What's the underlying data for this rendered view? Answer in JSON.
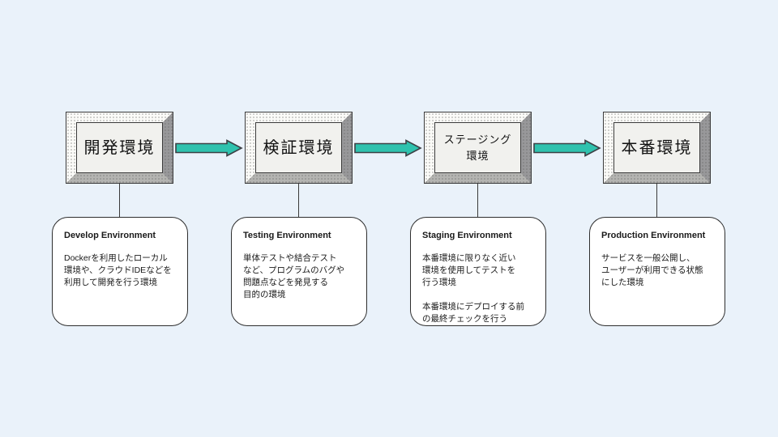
{
  "colors": {
    "bg": "#EAF2FA",
    "panel": "#F1F1EE",
    "frame_light": "#FBFBF8",
    "frame_right": "#98989A",
    "frame_bottom": "#B4B4B1",
    "line": "#3A3A3A",
    "arrow_fill": "#2FC2AE",
    "arrow_stroke": "#3D4045",
    "card_bg": "#FFFFFF",
    "card_border": "#2E2E2E",
    "text": "#1A1A1A"
  },
  "diagram": {
    "flow_direction": "left-to-right",
    "arrow_count": 3
  },
  "columns": [
    {
      "box_title": "開発環境",
      "desc_title": "Develop Environment",
      "desc_body": "Dockerを利用したローカル\n環境や、クラウドIDEなどを\n利用して開発を行う環境"
    },
    {
      "box_title": "検証環境",
      "desc_title": "Testing Environment",
      "desc_body": "単体テストや結合テスト\nなど、プログラムのバグや\n問題点などを発見する\n目的の環境"
    },
    {
      "box_title": "ステージング\n環境",
      "desc_title": "Staging Environment",
      "desc_body": "本番環境に限りなく近い\n環境を使用してテストを\n行う環境\n\n本番環境にデプロイする前\nの最終チェックを行う"
    },
    {
      "box_title": "本番環境",
      "desc_title": "Production Environment",
      "desc_body": "サービスを一般公開し、\nユーザーが利用できる状態\nにした環境"
    }
  ]
}
